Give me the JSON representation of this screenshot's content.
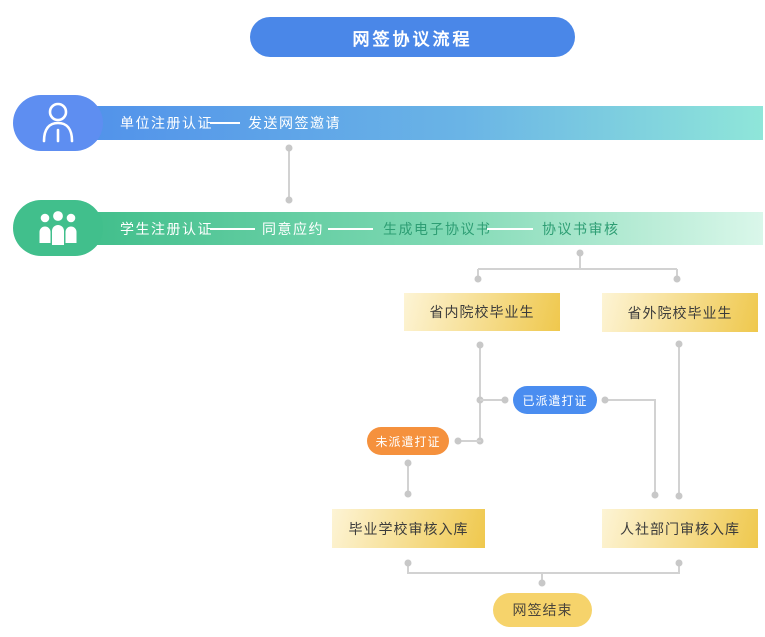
{
  "title": "网签协议流程",
  "lanes": [
    {
      "name": "company",
      "icon": "user-icon",
      "steps": [
        {
          "label": "单位注册认证"
        },
        {
          "label": "发送网签邀请"
        }
      ]
    },
    {
      "name": "student",
      "icon": "users-icon",
      "steps": [
        {
          "label": "学生注册认证"
        },
        {
          "label": "同意应约"
        },
        {
          "label": "生成电子协议书"
        },
        {
          "label": "协议书审核"
        }
      ]
    }
  ],
  "nodes": {
    "inside_province": {
      "label": "省内院校毕业生"
    },
    "outside_province": {
      "label": "省外院校毕业生"
    },
    "dispatched": {
      "label": "已派遣打证"
    },
    "not_dispatched": {
      "label": "未派遣打证"
    },
    "school_review": {
      "label": "毕业学校审核入库"
    },
    "hr_review": {
      "label": "人社部门审核入库"
    },
    "end": {
      "label": "网签结束"
    }
  },
  "colors": {
    "title_pill": "#4a87e8",
    "lane_company_start": "#5293ea",
    "lane_company_end": "#8fe6d9",
    "lane_company_badge": "#5e8ef1",
    "lane_student_start": "#42bf8c",
    "lane_student_end": "#daf7ea",
    "lane_student_badge": "#41bf8c",
    "step_text_white": "#ffffff",
    "step_text_green": "#2e9e74",
    "node_yellow_start": "#fdf4d5",
    "node_yellow_end": "#efc84d",
    "node_text": "#3b3b3b",
    "pill_blue": "#4a8df0",
    "pill_orange": "#f5913d",
    "pill_end_yellow": "#f6d36b",
    "connector": "#d2d2d2"
  }
}
